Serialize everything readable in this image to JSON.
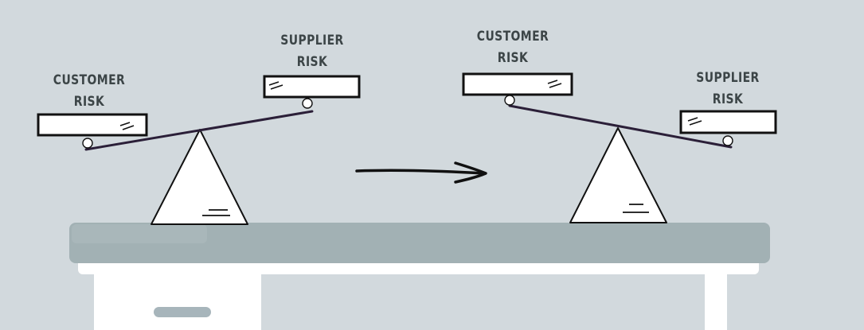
{
  "scene": {
    "left_scale": {
      "left_label": {
        "line1": "CUSTOMER",
        "line2": "RISK"
      },
      "right_label": {
        "line1": "SUPPLIER",
        "line2": "RISK"
      }
    },
    "right_scale": {
      "left_label": {
        "line1": "CUSTOMER",
        "line2": "RISK"
      },
      "right_label": {
        "line1": "SUPPLIER",
        "line2": "RISK"
      }
    },
    "transition": "arrow-right-icon"
  },
  "colors": {
    "background": "#d2d9dd",
    "table_top": "#a2b1b4",
    "table_body": "#ffffff",
    "drawer_handle": "#a7b5bb",
    "beam": "#2b1f38",
    "outline": "#111111",
    "label_text": "#3c4547"
  }
}
